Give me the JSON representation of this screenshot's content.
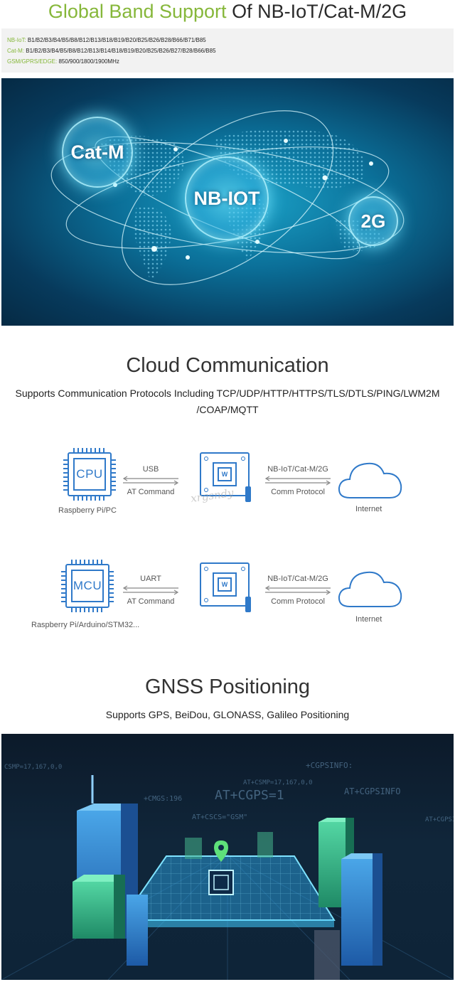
{
  "band": {
    "title_green": "Global Band Support",
    "title_dark": " Of NB-IoT/Cat-M/2G",
    "lines": [
      {
        "label": "NB-IoT: ",
        "value": "B1/B2/B3/B4/B5/B8/B12/B13/B18/B19/B20/B25/B26/B28/B66/B71/B85"
      },
      {
        "label": "Cat-M: ",
        "value": "B1/B2/B3/B4/B5/B8/B12/B13/B14/B18/B19/B20/B25/B26/B27/B28/B66/B85"
      },
      {
        "label": "GSM/GPRS/EDGE: ",
        "value": "850/900/1800/1900MHz"
      }
    ]
  },
  "banner1": {
    "bubble_catm": "Cat-M",
    "bubble_nbiot": "NB-IOT",
    "bubble_2g": "2G"
  },
  "cloud": {
    "title": "Cloud Communication",
    "subtitle": "Supports Communication Protocols Including TCP/UDP/HTTP/HTTPS/TLS/DTLS/PING/LWM2M /COAP/MQTT",
    "row1": {
      "chip_text": "CPU",
      "chip_label": "Raspberry Pi/PC",
      "left_top": "USB",
      "left_bottom": "AT Command",
      "right_top": "NB-IoT/Cat-M/2G",
      "right_bottom": "Comm Protocol",
      "board_logo": "W",
      "internet": "Internet"
    },
    "row2": {
      "chip_text": "MCU",
      "chip_label": "Raspberry Pi/Arduino/STM32...",
      "left_top": "UART",
      "left_bottom": "AT Command",
      "right_top": "NB-IoT/Cat-M/2G",
      "right_bottom": "Comm Protocol",
      "board_logo": "W",
      "internet": "Internet"
    },
    "watermark": "xrgsndy"
  },
  "gnss": {
    "title": "GNSS Positioning",
    "subtitle": "Supports GPS, BeiDou, GLONASS, Galileo Positioning",
    "commands": [
      "CSMP=17,167,0,0",
      "+CGPSINFO:",
      "AT+CSMP=17,167,0,0",
      "AT+CGPS=1",
      "+CMGS:196",
      "AT+CGPSINFO",
      "AT+CSCS=\"GSM\"",
      "AT+CGPSINFO"
    ]
  }
}
